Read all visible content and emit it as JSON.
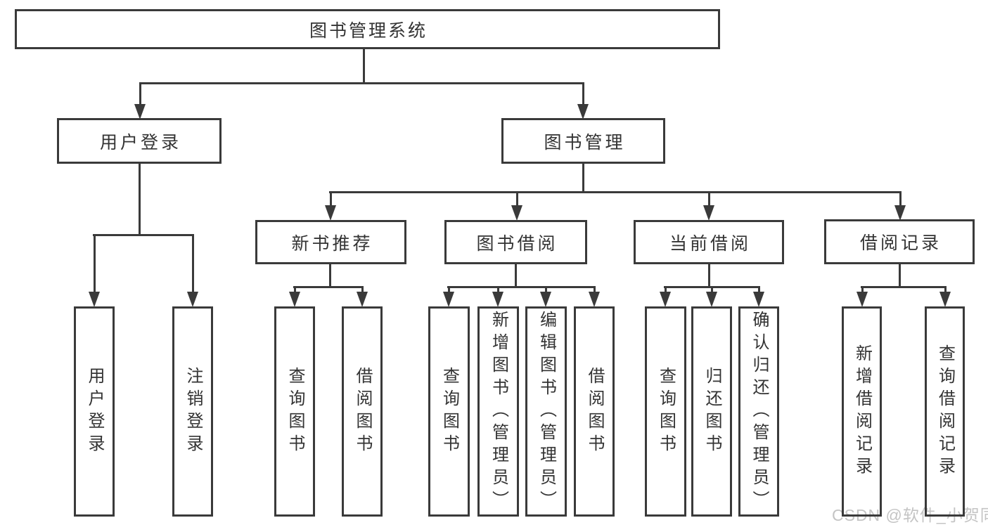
{
  "diagram": {
    "title": "图书管理系统",
    "nodes": {
      "root": "图书管理系统",
      "user_login": "用户登录",
      "book_management": "图书管理",
      "new_book_recommend": "新书推荐",
      "book_borrow": "图书借阅",
      "current_borrow": "当前借阅",
      "borrow_records": "借阅记录"
    },
    "leaves": [
      {
        "label": "用户登录"
      },
      {
        "label": "注销登录"
      },
      {
        "label": "查询图书"
      },
      {
        "label": "借阅图书"
      },
      {
        "label": "查询图书"
      },
      {
        "label": "新增图书（管理员）"
      },
      {
        "label": "编辑图书（管理员）"
      },
      {
        "label": "借阅图书"
      },
      {
        "label": "查询图书"
      },
      {
        "label": "归还图书"
      },
      {
        "label": "确认归还（管理员）"
      },
      {
        "label": "新增借阅记录"
      },
      {
        "label": "查询借阅记录"
      }
    ],
    "structure": {
      "图书管理系统": [
        "用户登录",
        "图书管理"
      ],
      "用户登录": [
        "用户登录",
        "注销登录"
      ],
      "图书管理": [
        "新书推荐",
        "图书借阅",
        "当前借阅",
        "借阅记录"
      ],
      "新书推荐": [
        "查询图书",
        "借阅图书"
      ],
      "图书借阅": [
        "查询图书",
        "新增图书（管理员）",
        "编辑图书（管理员）",
        "借阅图书"
      ],
      "当前借阅": [
        "查询图书",
        "归还图书",
        "确认归还（管理员）"
      ],
      "借阅记录": [
        "新增借阅记录",
        "查询借阅记录"
      ]
    }
  },
  "watermark": "CSDN @软件_小贺同学",
  "colors": {
    "line": "#3a3a3a",
    "text": "#333333",
    "box_fill": "#ffffff",
    "watermark": "#c4c4c4",
    "background": "#ffffff"
  }
}
